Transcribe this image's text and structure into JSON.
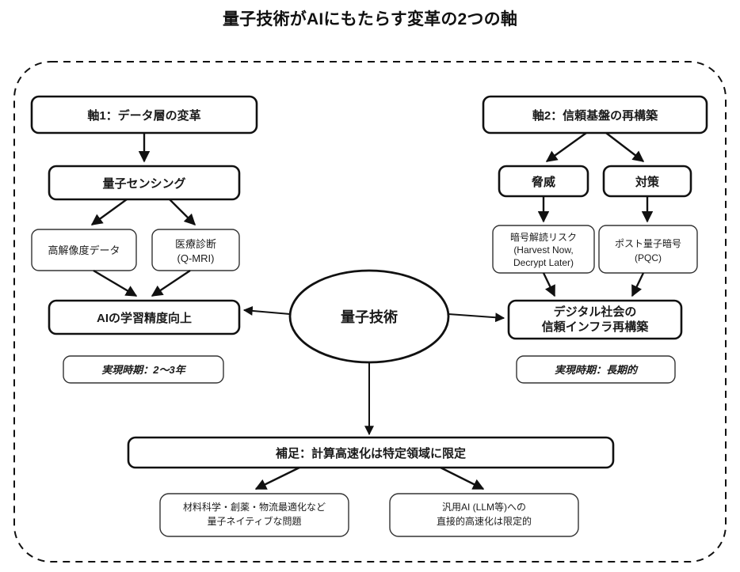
{
  "title": "量子技術がAIにもたらす変革の2つの軸",
  "center": {
    "label": "量子技術"
  },
  "axis1": {
    "header": "軸1：データ層の変革",
    "sensing": "量子センシング",
    "leaf1": "高解像度データ",
    "leaf2_line1": "医療診断",
    "leaf2_line2": "(Q-MRI)",
    "outcome": "AIの学習精度向上",
    "timeline": "実現時期：2〜3年"
  },
  "axis2": {
    "header": "軸2：信頼基盤の再構築",
    "threat": "脅威",
    "measure": "対策",
    "threat_detail_line1": "暗号解読リスク",
    "threat_detail_line2": "(Harvest Now,",
    "threat_detail_line3": "Decrypt Later)",
    "measure_detail_line1": "ポスト量子暗号",
    "measure_detail_line2": "(PQC)",
    "outcome_line1": "デジタル社会の",
    "outcome_line2": "信頼インフラ再構築",
    "timeline": "実現時期：長期的"
  },
  "note": {
    "header": "補足：計算高速化は特定領域に限定",
    "left_line1": "材料科学・創薬・物流最適化など",
    "left_line2": "量子ネイティブな問題",
    "right_line1": "汎用AI (LLM等)への",
    "right_line2": "直接的高速化は限定的"
  },
  "colors": {
    "ink": "#111111",
    "background": "#ffffff",
    "border": "#111111"
  }
}
